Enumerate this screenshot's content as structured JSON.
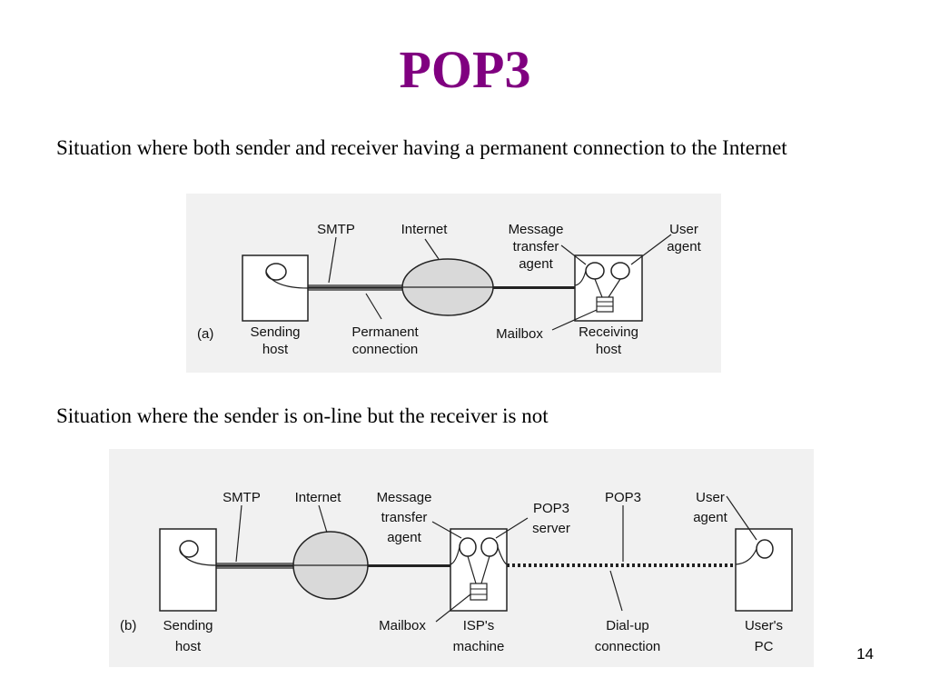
{
  "slide": {
    "title": "POP3",
    "page_number": "14"
  },
  "caption_a": "Situation where both sender and receiver having a permanent connection to the Internet",
  "caption_b": "Situation where the sender is on-line but the receiver is not",
  "diagram_a": {
    "panel_label": "(a)",
    "smtp": "SMTP",
    "internet": "Internet",
    "mta": [
      "Message",
      "transfer",
      "agent"
    ],
    "user_agent": [
      "User",
      "agent"
    ],
    "sending_host": [
      "Sending",
      "host"
    ],
    "permanent_connection": [
      "Permanent",
      "connection"
    ],
    "mailbox": "Mailbox",
    "receiving_host": [
      "Receiving",
      "host"
    ]
  },
  "diagram_b": {
    "panel_label": "(b)",
    "smtp": "SMTP",
    "internet": "Internet",
    "mta": [
      "Message",
      "transfer",
      "agent"
    ],
    "pop3_server": [
      "POP3",
      "server"
    ],
    "pop3": "POP3",
    "user_agent": [
      "User",
      "agent"
    ],
    "sending_host": [
      "Sending",
      "host"
    ],
    "mailbox": "Mailbox",
    "isp_machine": [
      "ISP's",
      "machine"
    ],
    "dialup_connection": [
      "Dial-up",
      "connection"
    ],
    "users_pc": [
      "User's",
      "PC"
    ]
  },
  "colors": {
    "title": "#800080",
    "panel_background": "#f1f1f1",
    "cloud_fill": "#d9d9d9"
  }
}
